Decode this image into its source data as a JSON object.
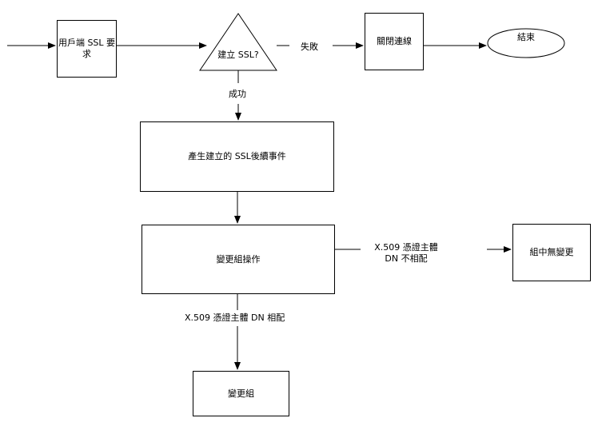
{
  "nodes": {
    "client_request": [
      "用戶端",
      "SSL 要求"
    ],
    "ssl_decision": "建立 SSL?",
    "close_connection": "關閉連線",
    "end": "結束",
    "post_ssl_event": "產生建立的 SSL後續事件",
    "group_change_operation": "變更組操作",
    "group_no_change": "組中無變更",
    "change_group": "變更組"
  },
  "edge_labels": {
    "fail": "失敗",
    "success": "成功",
    "subject_dn_mismatch": [
      "X.509 憑證主體",
      "DN 不相配"
    ],
    "subject_dn_match": "X.509 憑證主體 DN 相配"
  },
  "colors": {
    "line": "#000000",
    "fill": "#ffffff",
    "text": "#000000"
  }
}
